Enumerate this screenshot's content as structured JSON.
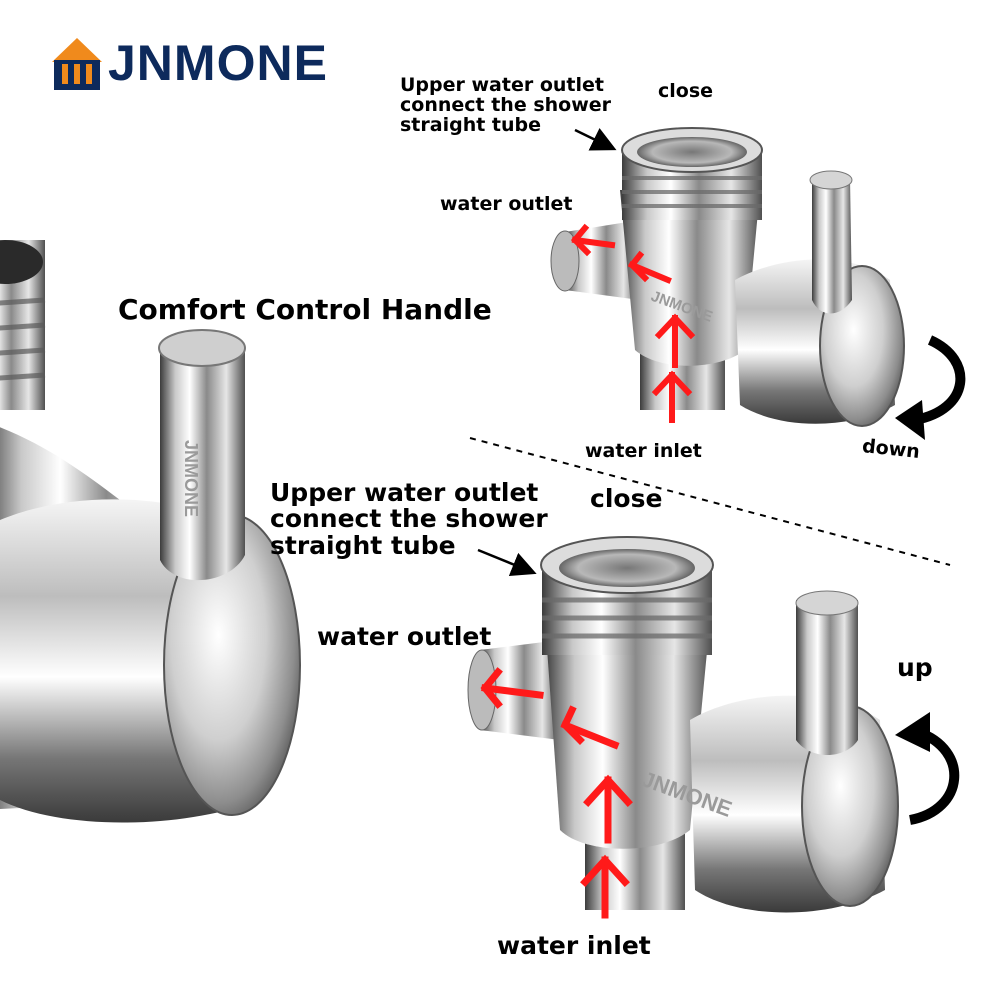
{
  "brand": {
    "name": "JNMONE",
    "logo_colors": {
      "navy": "#0d2a5c",
      "orange": "#f08a1c"
    }
  },
  "left_panel": {
    "handle_label": "Comfort Control Handle",
    "engraving": "JNMONE"
  },
  "top_valve": {
    "state_label": "close",
    "upper_outlet_label": "Upper water outlet\nconnect the shower\nstraight tube",
    "outlet_label": "water outlet",
    "inlet_label": "water inlet",
    "direction_label": "down",
    "engraving": "JNMONE"
  },
  "bottom_valve": {
    "state_label": "close",
    "upper_outlet_label": "Upper water outlet\nconnect the shower\nstraight tube",
    "outlet_label": "water outlet",
    "inlet_label": "water inlet",
    "direction_label": "up",
    "engraving": "JNMONE"
  },
  "colors": {
    "flow_arrow": "#ff1a1a",
    "chrome_dark": "#4a4a4a",
    "chrome_light": "#f2f2f2"
  }
}
